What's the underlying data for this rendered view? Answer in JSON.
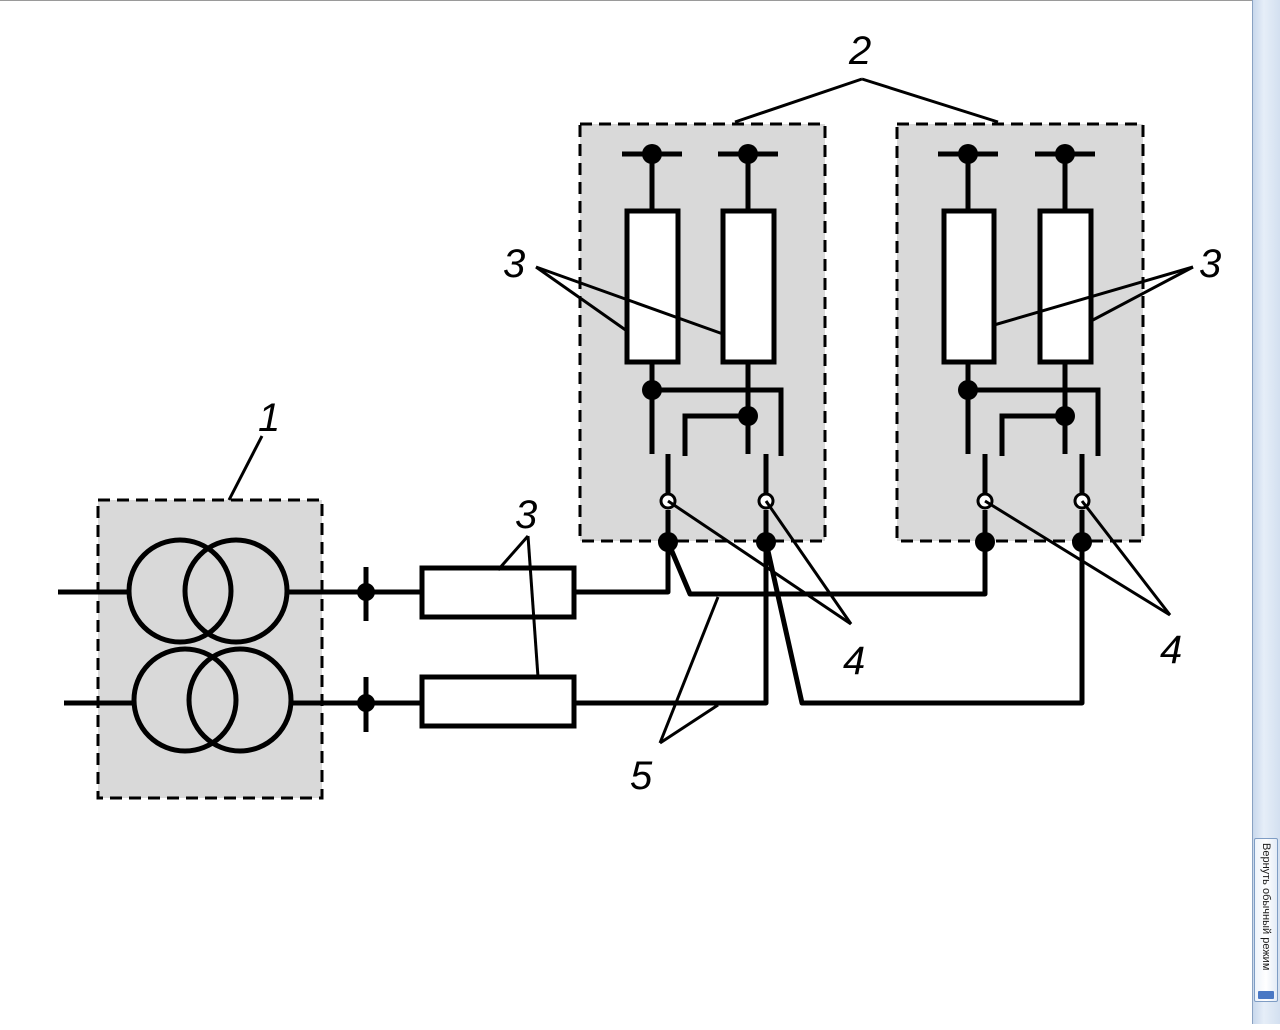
{
  "diagram": {
    "labels": {
      "transformer": "1",
      "cabinets": "2",
      "fuses_left": "3",
      "fuses_right": "3",
      "fuses_lines": "3",
      "contacts_left": "4",
      "contacts_right": "4",
      "cables": "5"
    }
  },
  "sidebar": {
    "restore_label": "Вернуть обычный режим"
  }
}
